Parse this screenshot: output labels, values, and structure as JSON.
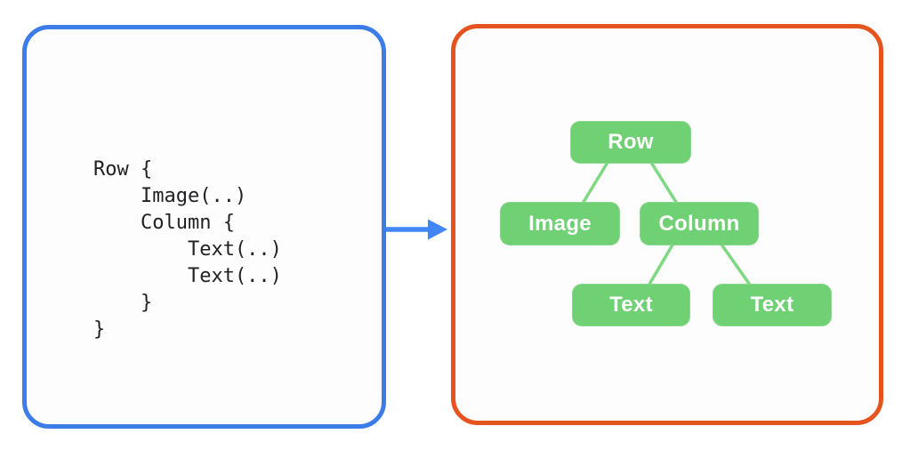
{
  "left_panel": {
    "description": "declarative-ui-code",
    "code_lines": [
      "Row {",
      "    Image(..)",
      "    Column {",
      "        Text(..)",
      "        Text(..)",
      "    }",
      "}"
    ]
  },
  "arrow": {
    "direction": "right",
    "meaning": "code-produces-tree"
  },
  "right_panel": {
    "description": "ui-widget-tree",
    "tree": {
      "nodes": [
        {
          "id": 0,
          "label": "Row"
        },
        {
          "id": 1,
          "label": "Image"
        },
        {
          "id": 2,
          "label": "Column"
        },
        {
          "id": 3,
          "label": "Text"
        },
        {
          "id": 4,
          "label": "Text"
        }
      ],
      "edges": [
        {
          "from": "Row",
          "to": "Image"
        },
        {
          "from": "Row",
          "to": "Column"
        },
        {
          "from": "Column",
          "to": "Text"
        },
        {
          "from": "Column",
          "to": "Text"
        }
      ]
    }
  },
  "colors": {
    "code_panel_border": "#3b7ce8",
    "tree_panel_border": "#e5541e",
    "arrow": "#4285f4",
    "node_fill": "#6fd074",
    "node_text": "#ffffff",
    "connector": "#7dd881",
    "code_text": "#202124"
  }
}
